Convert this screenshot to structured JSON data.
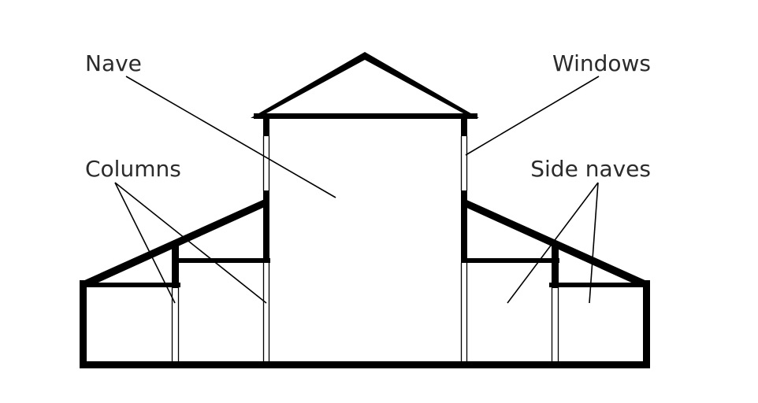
{
  "diagram": {
    "title": "Basilica cross-section",
    "labels": {
      "nave": "Nave",
      "windows": "Windows",
      "columns": "Columns",
      "side_naves": "Side naves"
    }
  }
}
